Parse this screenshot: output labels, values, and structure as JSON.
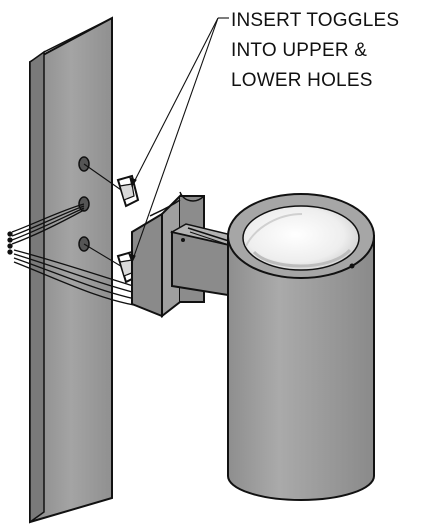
{
  "callout": {
    "lines": [
      "INSERT TOGGLES",
      "INTO UPPER &",
      "LOWER HOLES"
    ]
  },
  "colors": {
    "pole_front": "#9a9a9a",
    "pole_side": "#7c7c7c",
    "bracket": "#8f8f8f",
    "arm": "#8a8a8a",
    "fixture_body": "#9c9c9c",
    "fixture_top": "#a8a8a8",
    "lens": "#efefef",
    "outline": "#111111"
  }
}
